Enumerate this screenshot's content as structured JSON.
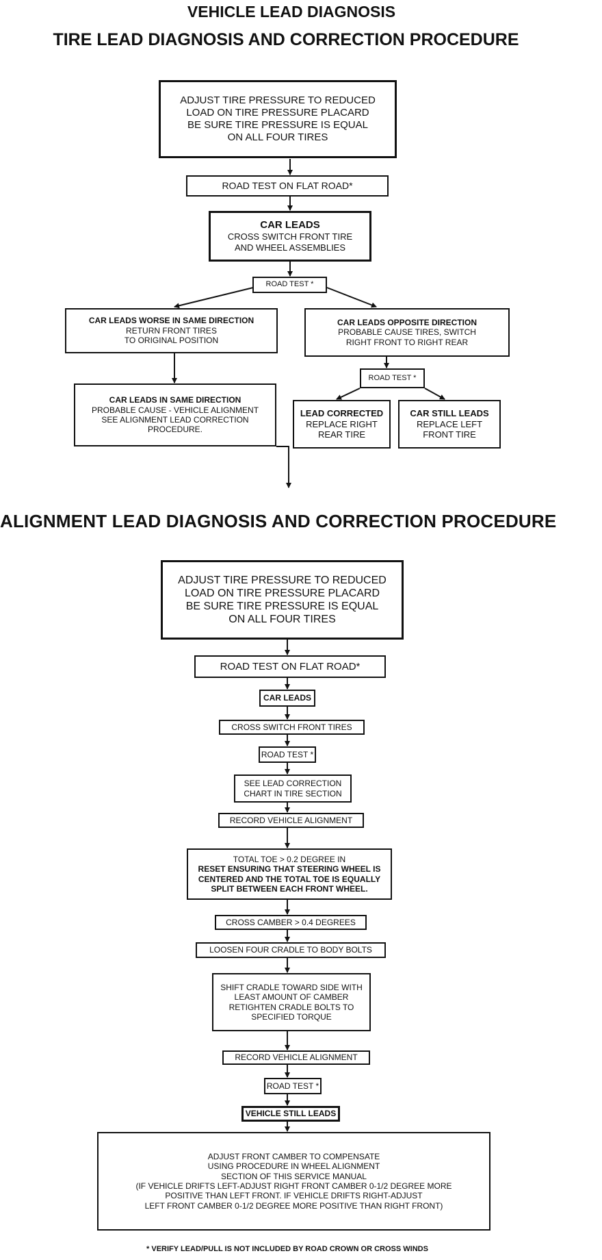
{
  "titles": {
    "main": "VEHICLE LEAD DIAGNOSIS",
    "tire_section": "TIRE LEAD DIAGNOSIS AND CORRECTION PROCEDURE",
    "alignment_section": "ALIGNMENT LEAD DIAGNOSIS AND CORRECTION PROCEDURE"
  },
  "tire": {
    "adjust": [
      "ADJUST TIRE PRESSURE TO REDUCED",
      "LOAD ON TIRE PRESSURE PLACARD",
      "BE SURE TIRE PRESSURE IS EQUAL",
      "ON ALL FOUR TIRES"
    ],
    "road_test_flat": "ROAD TEST ON FLAT ROAD*",
    "car_leads_title": "CAR LEADS",
    "car_leads_body": [
      "CROSS SWITCH FRONT TIRE",
      "AND WHEEL ASSEMBLIES"
    ],
    "road_test_1": "ROAD TEST *",
    "worse": [
      "CAR LEADS WORSE IN SAME DIRECTION",
      "RETURN FRONT TIRES",
      "TO ORIGINAL POSITION"
    ],
    "opposite": [
      "CAR LEADS OPPOSITE DIRECTION",
      "PROBABLE CAUSE TIRES, SWITCH",
      "RIGHT FRONT TO RIGHT REAR"
    ],
    "road_test_2": "ROAD TEST *",
    "same_direction": [
      "CAR LEADS IN SAME DIRECTION",
      "PROBABLE CAUSE - VEHICLE ALIGNMENT",
      "SEE ALIGNMENT LEAD CORRECTION",
      "PROCEDURE."
    ],
    "lead_corrected": [
      "LEAD CORRECTED",
      "REPLACE RIGHT",
      "REAR TIRE"
    ],
    "still_leads": [
      "CAR STILL LEADS",
      "REPLACE LEFT",
      "FRONT TIRE"
    ]
  },
  "alignment": {
    "adjust": [
      "ADJUST TIRE PRESSURE TO REDUCED",
      "LOAD ON TIRE PRESSURE PLACARD",
      "BE SURE TIRE PRESSURE IS EQUAL",
      "ON ALL FOUR TIRES"
    ],
    "road_test_flat": "ROAD TEST ON FLAT ROAD*",
    "car_leads": "CAR LEADS",
    "cross_switch": "CROSS SWITCH FRONT TIRES",
    "road_test": "ROAD TEST *",
    "see_chart": [
      "SEE LEAD CORRECTION",
      "CHART IN TIRE SECTION"
    ],
    "record_1": "RECORD VEHICLE ALIGNMENT",
    "total_toe": [
      "TOTAL TOE > 0.2 DEGREE IN",
      "RESET ENSURING THAT STEERING WHEEL IS",
      "CENTERED AND THE TOTAL TOE IS EQUALLY",
      "SPLIT BETWEEN EACH FRONT WHEEL."
    ],
    "cross_camber": "CROSS CAMBER > 0.4 DEGREES",
    "loosen": "LOOSEN FOUR CRADLE TO BODY BOLTS",
    "shift": [
      "SHIFT CRADLE TOWARD SIDE WITH",
      "LEAST AMOUNT OF CAMBER",
      "RETIGHTEN CRADLE BOLTS TO",
      "SPECIFIED TORQUE"
    ],
    "record_2": "RECORD VEHICLE ALIGNMENT",
    "road_test_2": "ROAD TEST *",
    "still_leads": "VEHICLE STILL LEADS",
    "adjust_camber": [
      "ADJUST FRONT CAMBER TO COMPENSATE",
      "USING PROCEDURE IN WHEEL ALIGNMENT",
      "SECTION OF THIS SERVICE MANUAL",
      "(IF VEHICLE DRIFTS LEFT-ADJUST RIGHT FRONT CAMBER 0-1/2 DEGREE MORE",
      "POSITIVE THAN LEFT FRONT. IF VEHICLE DRIFTS RIGHT-ADJUST",
      "LEFT FRONT CAMBER 0-1/2 DEGREE MORE POSITIVE THAN RIGHT FRONT)"
    ]
  },
  "footnote": "* VERIFY LEAD/PULL IS NOT INCLUDED BY ROAD CROWN OR CROSS WINDS"
}
